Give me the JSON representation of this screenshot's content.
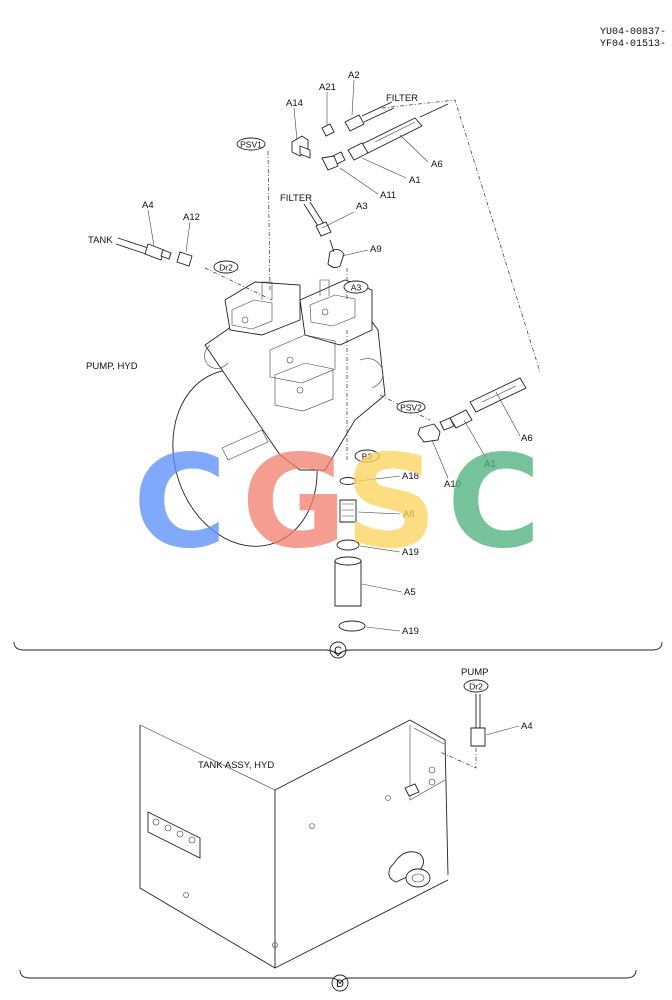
{
  "header": {
    "code1": "YU04-00837-",
    "code2": "YF04-01513-"
  },
  "assemblies": {
    "pump": "PUMP, HYD",
    "tank": "TANK ASSY, HYD"
  },
  "words": {
    "filter_top": "FILTER",
    "filter_mid": "FILTER",
    "tank": "TANK",
    "pump": "PUMP"
  },
  "ports": {
    "psv1": "PSV1",
    "psv2": "PSV2",
    "dr2_top": "Dr2",
    "dr2_bottom": "Dr2",
    "a3_port": "A3",
    "b3_port": "B3"
  },
  "callouts": {
    "a2": "A2",
    "a21": "A21",
    "a14": "A14",
    "a6_top": "A6",
    "a1_top": "A1",
    "a11": "A11",
    "a3": "A3",
    "a9": "A9",
    "a4_top": "A4",
    "a12": "A12",
    "a6_right": "A6",
    "a1_right": "A1",
    "a10": "A10",
    "a18": "A18",
    "a8": "A8",
    "a19_top": "A19",
    "a5": "A5",
    "a19_bottom": "A19",
    "a4_bottom": "A4"
  },
  "sections": {
    "c": "C",
    "d": "D"
  },
  "watermark": {
    "letters": [
      "C",
      "G",
      "S",
      "C"
    ],
    "colors": [
      "#5b8ff9",
      "#f08070",
      "#fbd25a",
      "#4caf7d"
    ]
  }
}
